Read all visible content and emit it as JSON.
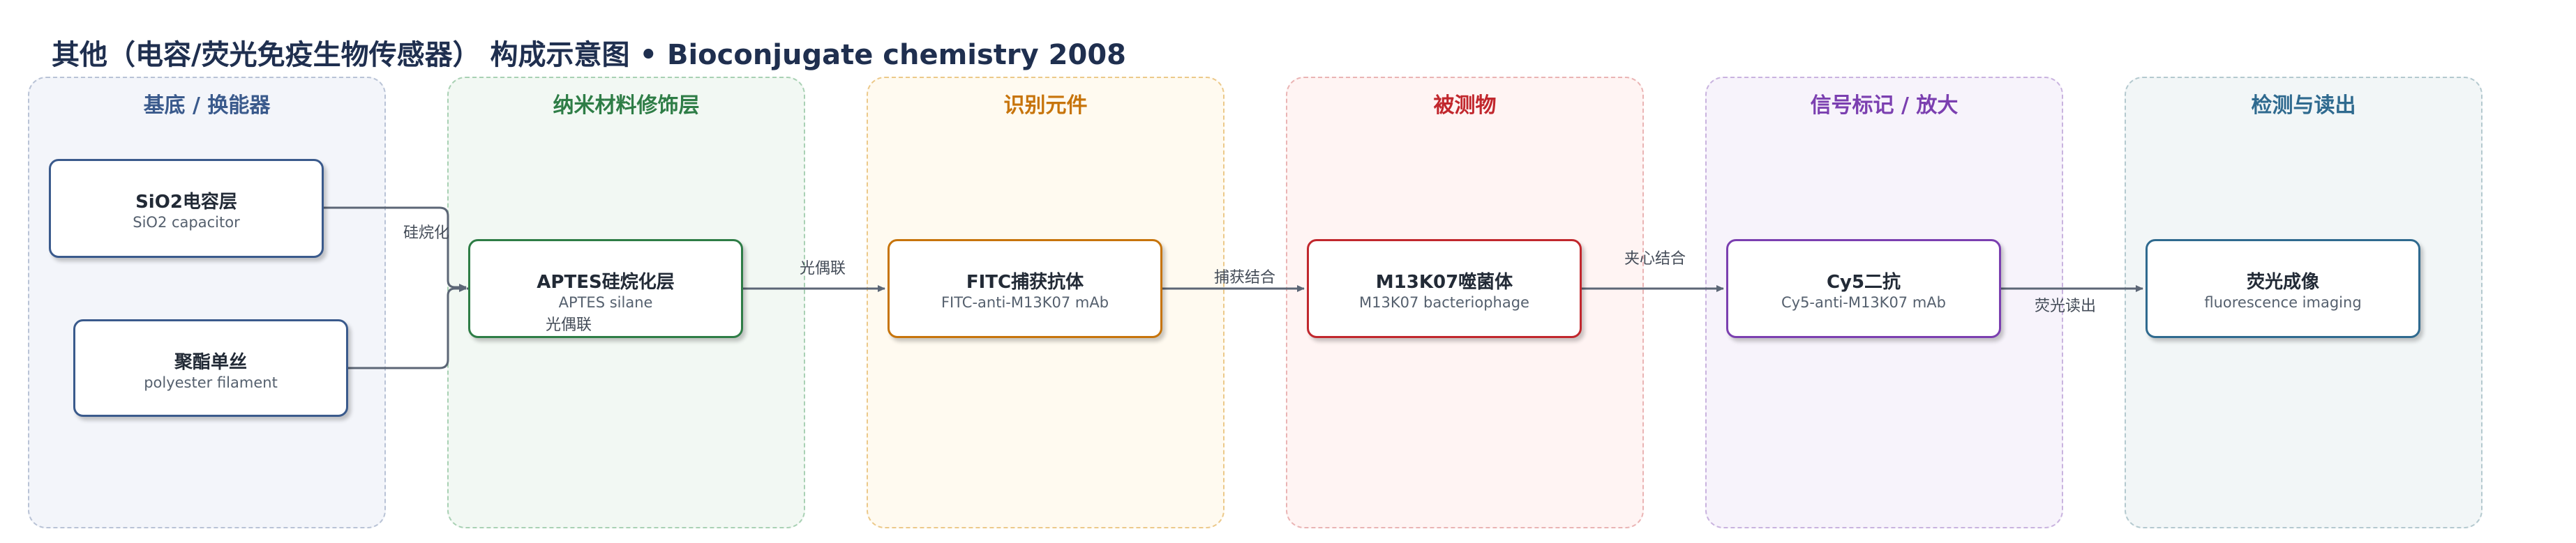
{
  "title": "其他（电容/荧光免疫生物传感器） 构成示意图 • Bioconjugate chemistry 2008",
  "lanes": [
    {
      "label": "基底 / 换能器",
      "color": "#3a5a8c"
    },
    {
      "label": "纳米材料修饰层",
      "color": "#2e7d46"
    },
    {
      "label": "识别元件",
      "color": "#c7740b"
    },
    {
      "label": "被测物",
      "color": "#c1272d"
    },
    {
      "label": "信号标记 / 放大",
      "color": "#7b3fb0"
    },
    {
      "label": "检测与读出",
      "color": "#2f6a8f"
    }
  ],
  "nodes": {
    "sio2": {
      "label": "SiO2电容层",
      "sublabel": "SiO2 capacitor"
    },
    "polyester": {
      "label": "聚酯单丝",
      "sublabel": "polyester filament"
    },
    "aptes": {
      "label": "APTES硅烷化层",
      "sublabel": "APTES silane"
    },
    "fitc": {
      "label": "FITC捕获抗体",
      "sublabel": "FITC-anti-M13K07 mAb"
    },
    "m13": {
      "label": "M13K07噬菌体",
      "sublabel": "M13K07 bacteriophage"
    },
    "cy5": {
      "label": "Cy5二抗",
      "sublabel": "Cy5-anti-M13K07 mAb"
    },
    "fluor": {
      "label": "荧光成像",
      "sublabel": "fluorescence imaging"
    }
  },
  "edges": {
    "silanization": "硅烷化",
    "photocoupling_a": "光偶联",
    "photocoupling_b": "光偶联",
    "capture": "捕获结合",
    "sandwich": "夹心结合",
    "fluor_readout": "荧光读出"
  }
}
